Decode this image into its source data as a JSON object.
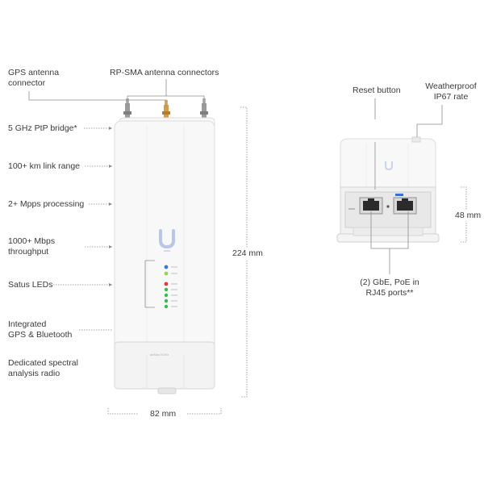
{
  "left_labels": {
    "gps_connector": "GPS antenna\nconnector",
    "ptp_bridge": "5 GHz PtP bridge*",
    "link_range": "100+ km link range",
    "processing": "2+ Mpps processing",
    "throughput": "1000+ Mbps\nthroughput",
    "status_leds": "Satus LEDs",
    "gps_bt": "Integrated\nGPS & Bluetooth",
    "spectral": "Dedicated spectral\nanalysis radio"
  },
  "top_labels": {
    "rp_sma": "RP-SMA antenna connectors"
  },
  "dimensions": {
    "height": "224 mm",
    "width": "82  mm",
    "depth": "48 mm"
  },
  "right_labels": {
    "reset": "Reset button",
    "weatherproof": "Weatherproof\nIP67 rate",
    "ports": "(2) GbE, PoE in\nRJ45 ports**"
  },
  "device": {
    "model_text": "airMax 5GHz"
  },
  "colors": {
    "body": "#f7f7f7",
    "outline": "#d6d6d6",
    "leader": "#8a8a8a",
    "accent_logo": "#c9d4f0",
    "connector_metal": "#8a8a8a",
    "connector_gold": "#c98a3a",
    "led_blue": "#2a7de1",
    "led_red": "#e23a3a",
    "led_green": "#2fc24a"
  }
}
